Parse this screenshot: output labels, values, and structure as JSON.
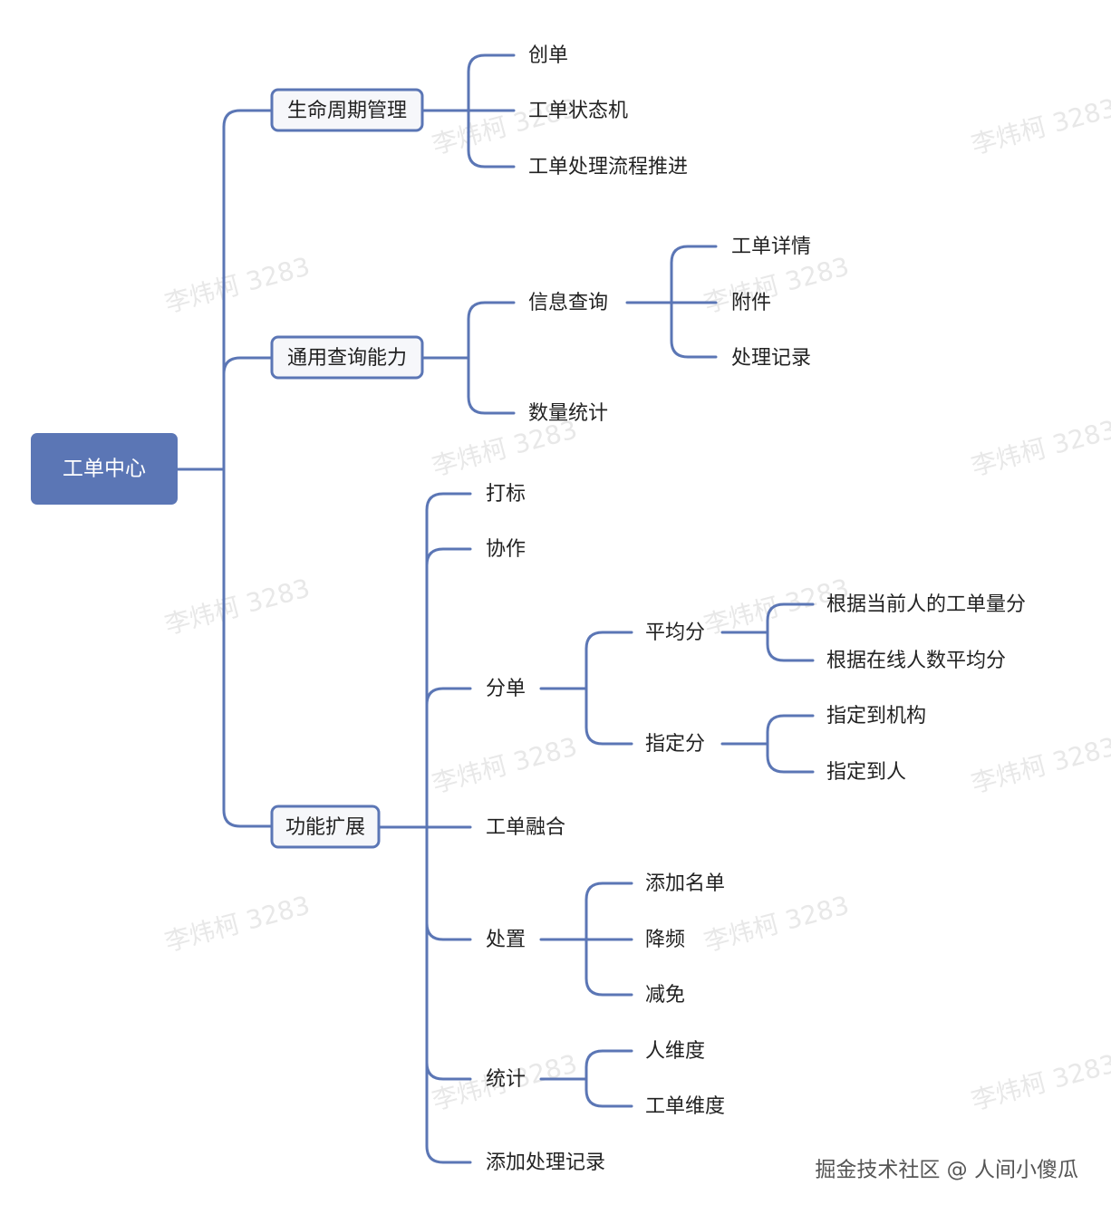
{
  "root": {
    "label": "工单中心"
  },
  "branches": [
    {
      "label": "生命周期管理",
      "children": [
        "创单",
        "工单状态机",
        "工单处理流程推进"
      ]
    },
    {
      "label": "通用查询能力",
      "children": [
        {
          "label": "信息查询",
          "children": [
            "工单详情",
            "附件",
            "处理记录"
          ]
        },
        {
          "label": "数量统计"
        }
      ]
    },
    {
      "label": "功能扩展",
      "children": [
        {
          "label": "打标"
        },
        {
          "label": "协作"
        },
        {
          "label": "分单",
          "children": [
            {
              "label": "平均分",
              "children": [
                "根据当前人的工单量分",
                "根据在线人数平均分"
              ]
            },
            {
              "label": "指定分",
              "children": [
                "指定到机构",
                "指定到人"
              ]
            }
          ]
        },
        {
          "label": "工单融合"
        },
        {
          "label": "处置",
          "children": [
            "添加名单",
            "降频",
            "减免"
          ]
        },
        {
          "label": "统计",
          "children": [
            "人维度",
            "工单维度"
          ]
        },
        {
          "label": "添加处理记录"
        }
      ]
    }
  ],
  "watermark": "李炜柯 3283",
  "footer": "掘金技术社区 @ 人间小傻瓜",
  "colors": {
    "accent": "#5b76b5",
    "box_fill": "#f6f7fa",
    "text": "#222222",
    "watermark": "#e6e6e6"
  }
}
